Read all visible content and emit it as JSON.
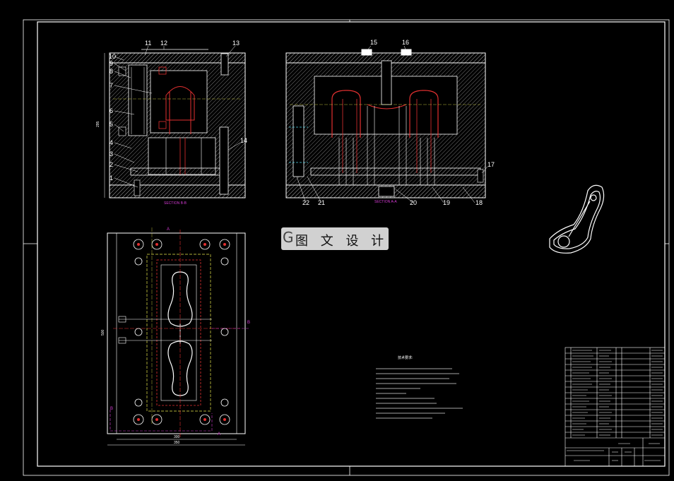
{
  "drawing": {
    "section_left": "SECTION B-B",
    "section_right": "SECTION A-A",
    "part_numbers_left": [
      "1",
      "2",
      "3",
      "4",
      "5",
      "6",
      "7",
      "8",
      "9",
      "10",
      "11",
      "12",
      "13",
      "14"
    ],
    "part_numbers_right": [
      "15",
      "16",
      "17",
      "18",
      "19",
      "20",
      "21",
      "22"
    ],
    "dim_plan_width": "300",
    "dim_plan_width_outer": "350",
    "dim_plan_height": "500",
    "dim_section_height": "295",
    "axis_a": "A",
    "axis_b": "B",
    "notes_title": "技术要求:"
  },
  "watermark": {
    "text": "图 文 设 计",
    "logo": "G"
  },
  "colors": {
    "line": "#ffffff",
    "hatch": "#bdbdbd",
    "red": "#e23030",
    "magenta": "#d23ad2",
    "yellow": "#e8e84a",
    "cyan": "#4fd3e8",
    "green": "#3bd23b"
  }
}
